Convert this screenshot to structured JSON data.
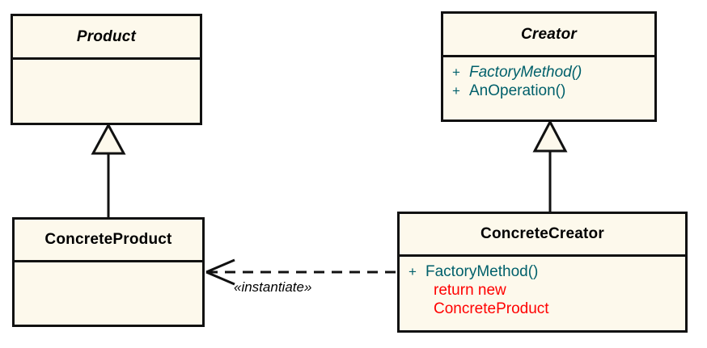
{
  "diagram": {
    "title": "Factory Method pattern class diagram",
    "background_color": "#ffffff",
    "box_fill_color": "#fdf9ec",
    "box_border_color": "#111111",
    "member_text_color": "#00606b",
    "code_text_color": "#ff0000",
    "class_name_color": "#000000"
  },
  "classes": {
    "product": {
      "name": "Product",
      "is_abstract": true,
      "members": []
    },
    "creator": {
      "name": "Creator",
      "is_abstract": true,
      "members": [
        {
          "visibility": "+",
          "name": "FactoryMethod()",
          "is_abstract": true
        },
        {
          "visibility": "+",
          "name": "AnOperation()",
          "is_abstract": false
        }
      ]
    },
    "concrete_product": {
      "name": "ConcreteProduct",
      "is_abstract": false,
      "members": []
    },
    "concrete_creator": {
      "name": "ConcreteCreator",
      "is_abstract": false,
      "members": [
        {
          "visibility": "+",
          "name": "FactoryMethod()",
          "is_abstract": false
        }
      ],
      "code_lines": [
        "return new",
        "ConcreteProduct"
      ]
    }
  },
  "relationships": {
    "generalization_product": {
      "type": "generalization",
      "from": "ConcreteProduct",
      "to": "Product"
    },
    "generalization_creator": {
      "type": "generalization",
      "from": "ConcreteCreator",
      "to": "Creator"
    },
    "dependency_instantiate": {
      "type": "dependency",
      "from": "ConcreteCreator",
      "to": "ConcreteProduct",
      "stereotype": "«instantiate»"
    }
  }
}
